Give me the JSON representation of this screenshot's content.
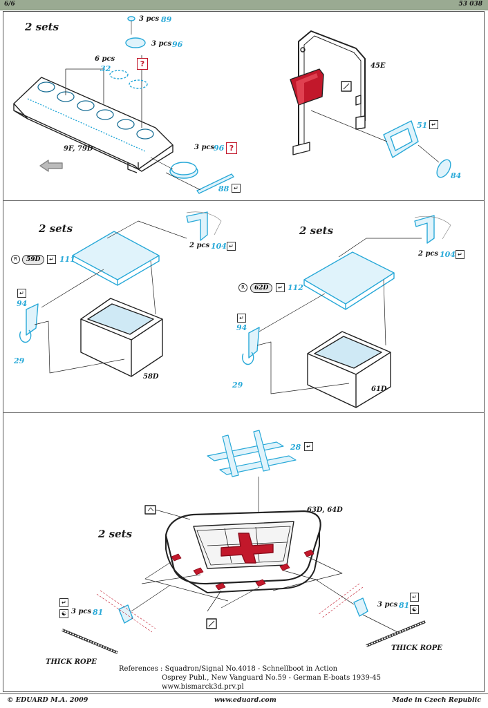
{
  "header": {
    "page": "6/6",
    "code": "53 038"
  },
  "section1": {
    "sets": "2 sets",
    "labels": {
      "p89": {
        "qty": "3 pcs",
        "num": "89"
      },
      "p96a": {
        "qty": "3 pcs",
        "num": "96"
      },
      "p32": {
        "qty": "6 pcs",
        "num": "32"
      },
      "p96b": {
        "qty": "3 pcs",
        "num": "96"
      },
      "p88": "88",
      "part_9f": "9F, 79D",
      "part_45e": "45E",
      "p51": "51",
      "p84": "84",
      "question": "?"
    }
  },
  "section2": {
    "left": {
      "sets": "2 sets",
      "p104": {
        "qty": "2 pcs",
        "num": "104"
      },
      "pill": "59D",
      "p111": "111",
      "p94": "94",
      "p29": "29",
      "part": "58D"
    },
    "right": {
      "sets": "2 sets",
      "p104": {
        "qty": "2 pcs",
        "num": "104"
      },
      "pill": "62D",
      "p112": "112",
      "p94": "94",
      "p29": "29",
      "part": "61D"
    },
    "r_symbol": "R"
  },
  "section3": {
    "sets": "2 sets",
    "p28": "28",
    "part": "63D, 64D",
    "left": {
      "qty": "3 pcs",
      "num": "81",
      "rope": "THICK ROPE"
    },
    "right": {
      "qty": "3 pcs",
      "num": "81",
      "rope": "THICK ROPE"
    }
  },
  "references": {
    "line1": "References : Squadron/Signal No.4018  - Schnellboot in Action",
    "line2": "Osprey Publ., New Vanguard No.59 - German E-boats 1939-45",
    "line3": "www.bismarck3d.prv.pl"
  },
  "footer": {
    "copyright": "© EDUARD  M.A. 2009",
    "website": "www.eduard.com",
    "made_in": "Made in Czech Republic"
  },
  "colors": {
    "cyan": "#29a9d8",
    "red": "#c2182b",
    "header_bar": "#9aaa92"
  },
  "icons": [
    "fold-icon",
    "question-icon",
    "photoetch-icon",
    "resin-icon",
    "paint-icon",
    "yin-yang-icon",
    "arrow-icon"
  ]
}
